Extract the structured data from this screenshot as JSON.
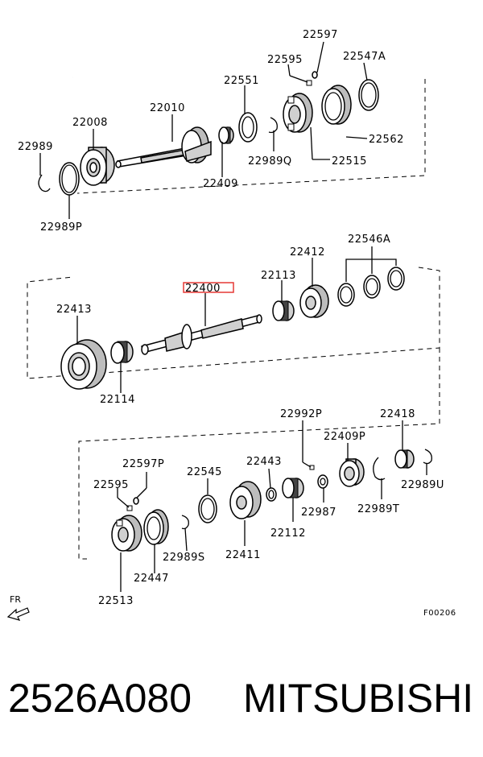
{
  "diagram": {
    "callouts": {
      "p22597": "22597",
      "p22595": "22595",
      "p22547A": "22547A",
      "p22551": "22551",
      "p22010": "22010",
      "p22008": "22008",
      "p22989": "22989",
      "p22409": "22409",
      "p22989Q": "22989Q",
      "p22515": "22515",
      "p22562": "22562",
      "p22989P": "22989P",
      "p22412": "22412",
      "p22546A": "22546A",
      "p22113": "22113",
      "p22400": "22400",
      "p22413": "22413",
      "p22114": "22114",
      "p22992P": "22992P",
      "p22418": "22418",
      "p22409P": "22409P",
      "p22597P": "22597P",
      "p22443": "22443",
      "p22545": "22545",
      "p22595b": "22595",
      "p22989U": "22989U",
      "p22987": "22987",
      "p22989T": "22989T",
      "p22112": "22112",
      "p22411": "22411",
      "p22989S": "22989S",
      "p22447": "22447",
      "p22513": "22513"
    },
    "highlighted_part": "22400",
    "highlight_color": "#e53935",
    "direction_label": "FR",
    "figure_code": "F00206"
  },
  "footer": {
    "part_number": "2526A080",
    "brand": "MITSUBISHI"
  }
}
